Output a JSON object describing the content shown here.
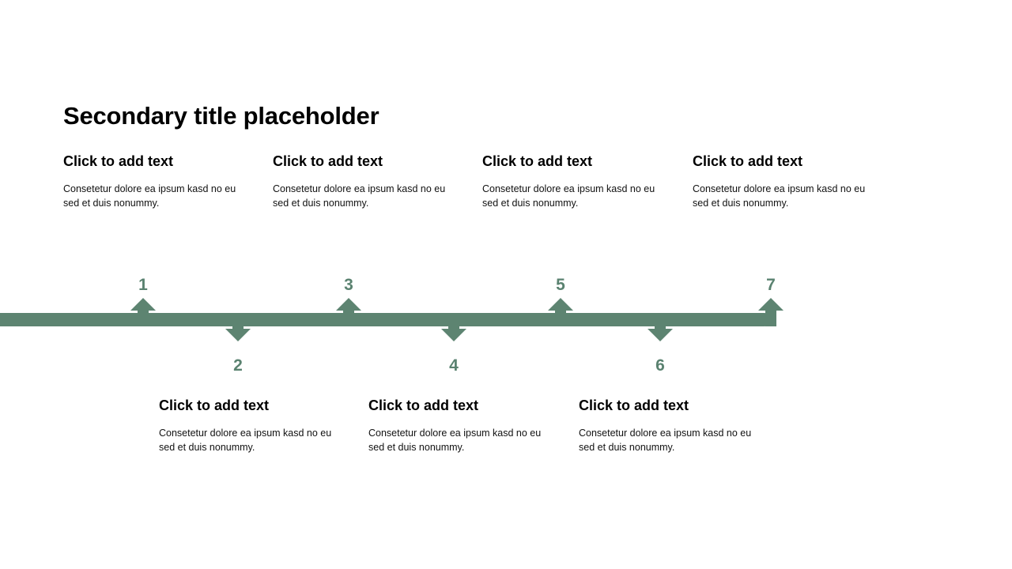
{
  "slide": {
    "title": "Secondary title placeholder",
    "background_color": "#ffffff",
    "accent_color": "#5d8471",
    "number_color": "#5a8270",
    "text_color": "#000000"
  },
  "top_blocks": [
    {
      "heading": "Click to add text",
      "body": "Consetetur dolore ea ipsum kasd no eu sed et duis nonummy."
    },
    {
      "heading": "Click to add text",
      "body": "Consetetur dolore ea ipsum kasd no eu sed et duis nonummy."
    },
    {
      "heading": "Click to add text",
      "body": "Consetetur dolore ea ipsum kasd no eu sed et duis nonummy."
    },
    {
      "heading": "Click to add text",
      "body": "Consetetur dolore ea ipsum kasd no eu sed et duis nonummy."
    }
  ],
  "bottom_blocks": [
    {
      "heading": "Click to add text",
      "body": "Consetetur dolore ea ipsum kasd no eu sed et duis nonummy."
    },
    {
      "heading": "Click to add text",
      "body": "Consetetur dolore ea ipsum kasd no eu sed et duis nonummy."
    },
    {
      "heading": "Click to add text",
      "body": "Consetetur dolore ea ipsum kasd no eu sed et duis nonummy."
    }
  ],
  "timeline": {
    "markers": [
      {
        "number": "1",
        "direction": "up"
      },
      {
        "number": "2",
        "direction": "down"
      },
      {
        "number": "3",
        "direction": "up"
      },
      {
        "number": "4",
        "direction": "down"
      },
      {
        "number": "5",
        "direction": "up"
      },
      {
        "number": "6",
        "direction": "down"
      },
      {
        "number": "7",
        "direction": "up"
      }
    ]
  }
}
